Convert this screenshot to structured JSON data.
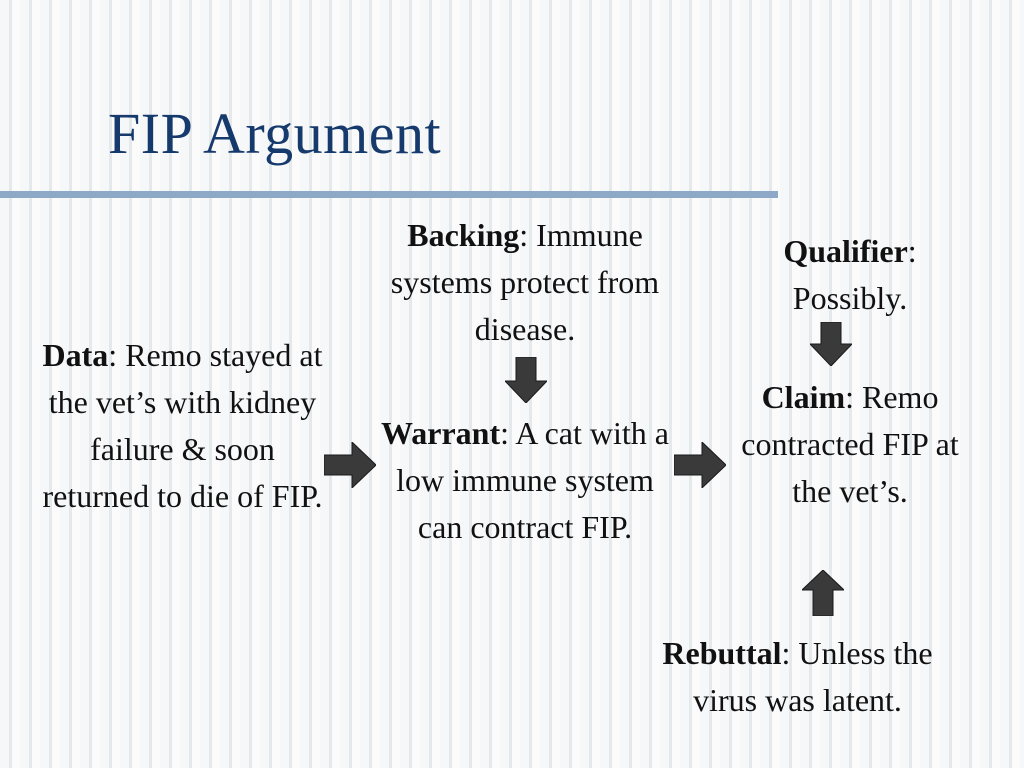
{
  "slide": {
    "title": "FIP Argument"
  },
  "diagram": {
    "data": {
      "label": "Data",
      "sep": ": ",
      "text": "Remo stayed at the vet’s with kidney failure & soon returned to die of FIP."
    },
    "backing": {
      "label": "Backing",
      "sep": ": ",
      "text": "Immune systems protect from disease."
    },
    "warrant": {
      "label": "Warrant",
      "sep": ": ",
      "text": "A cat with a low immune system can contract FIP."
    },
    "qualifier": {
      "label": "Qualifier",
      "sep": ":",
      "text": "Possibly."
    },
    "claim": {
      "label": "Claim",
      "sep": ": ",
      "text": "Remo contracted FIP at the vet’s."
    },
    "rebuttal": {
      "label": "Rebuttal",
      "sep": ": ",
      "text": "Unless the virus was latent."
    }
  },
  "colors": {
    "title": "#163a6b",
    "rule": "#8ea8c8",
    "arrow": "#3a3a3a"
  }
}
